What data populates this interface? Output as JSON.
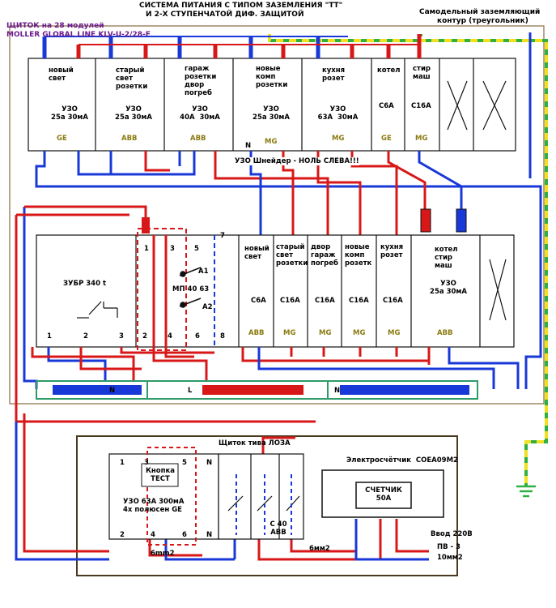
{
  "header": {
    "title_line1": "СИСТЕМА ПИТАНИЯ С ТИПОМ ЗАЗЕМЛЕНИЯ \"ТТ\"",
    "title_line2": "И 2-Х СТУПЕНЧАТОЙ ДИФ. ЗАЩИТОЙ",
    "panel_line1": "ЩИТОК на 28 модулей",
    "panel_line2": "MOLLER GLOBAL LINE KLV-U-2/28-F",
    "ground_line1": "Самодельный заземляющий",
    "ground_line2": "контур (треугольник)"
  },
  "top_modules": [
    {
      "name": "новый\nсвет",
      "rating": "УЗО\n25а 30мА",
      "brand": "GE"
    },
    {
      "name": "старый\nсвет\nрозетки",
      "rating": "УЗО\n25а 30мА",
      "brand": "ABB"
    },
    {
      "name": "гараж\nрозетки\nдвор\nпогреб",
      "rating": "УЗО\n40А  30мА",
      "brand": "ABB"
    },
    {
      "name": "новые\nкомп\nрозетки",
      "rating": "УЗО\n25а 30мА",
      "brand": "MG"
    },
    {
      "name": "кухня\nрозет",
      "rating": "УЗО\n63А  30мА",
      "brand": "MG"
    },
    {
      "name": "котел",
      "rating": "С6А",
      "brand": "GE"
    },
    {
      "name": "стир\nмаш",
      "rating": "С16А",
      "brand": "MG"
    }
  ],
  "top_notes": {
    "n_mark": "N",
    "schneider": "УЗО Шнейдер - НОЛЬ СЛЕВА!!!"
  },
  "relay": {
    "name": "ЗУБР 340 t",
    "pins": [
      "1",
      "2",
      "3"
    ]
  },
  "mp": {
    "name": "МП 40 63",
    "a1": "А1",
    "a2": "А2",
    "pins": [
      "1",
      "3",
      "5",
      "7",
      "2",
      "4",
      "6",
      "8"
    ]
  },
  "mid_modules": [
    {
      "name": "новый\nсвет",
      "rating": "С6А",
      "brand": "ABB"
    },
    {
      "name": "старый\nсвет\nрозетки",
      "rating": "С16А",
      "brand": "MG"
    },
    {
      "name": "двор\nгараж\nпогреб",
      "rating": "С16А",
      "brand": "MG"
    },
    {
      "name": "новые\nкомп\nрозетк",
      "rating": "С16А",
      "brand": "MG"
    },
    {
      "name": "кухня\nрозет",
      "rating": "С16А",
      "brand": "MG"
    },
    {
      "name": "котел\nстир\nмаш",
      "rating": "УЗО\n25а 30мА",
      "brand": "ABB"
    }
  ],
  "bus": {
    "n_left": "N",
    "l": "L",
    "n_right": "N"
  },
  "lower_panel": {
    "title": "Щиток тива ЛОЗА",
    "rcd_pins_top": [
      "1",
      "3",
      "5",
      "N"
    ],
    "button": "Кнопка\nТЕСТ",
    "rcd_rating": "УЗО 63А 300мА\n4х полюсен GE",
    "rcd_pins_bottom": [
      "2",
      "4",
      "6",
      "N"
    ],
    "breaker": "С 40\nABB",
    "wire_left": "6mm2",
    "wire_right": "6мм2",
    "meter_title": "Электросчётчик  СОЕА09М2",
    "meter_label": "СЧЕТЧИК\n50А",
    "input": "Ввод 220В",
    "cable1": "ПВ - 3",
    "cable2": "10мм2"
  },
  "colors": {
    "red": "#d81818",
    "blue": "#1838d8",
    "yellow": "#f0e020",
    "green": "#30b040",
    "bus_green": "#2f9a6a"
  }
}
